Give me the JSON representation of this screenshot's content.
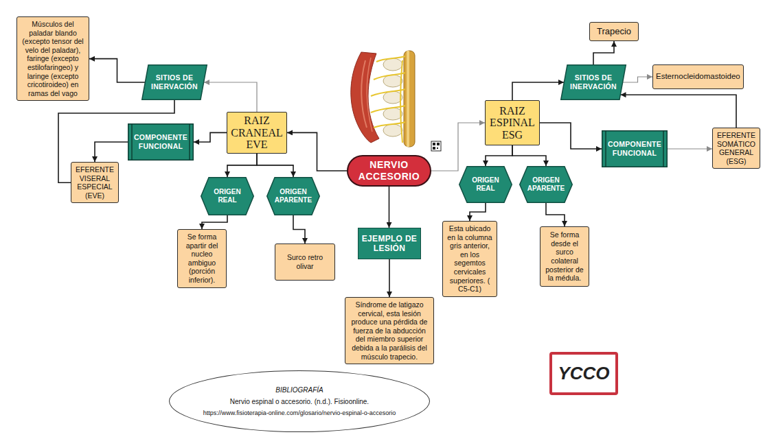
{
  "diagram": {
    "nodes": [
      {
        "text": [
          "Músculos del paladar blando (excepto tensor del velo del paladar), faringe (excepto estilofaringeo) y laringe (excepto cricotiroideo) en ramas del vago"
        ]
      },
      {
        "text": [
          "SITIOS DE INERVACIÓN"
        ]
      },
      {
        "text": [
          "RAIZ CRANEAL EVE"
        ]
      },
      {
        "text": [
          "COMPONENTE FUNCIONAL"
        ]
      },
      {
        "text": [
          "EFERENTE VISERAL ESPECIAL (EVE)"
        ]
      },
      {
        "text": [
          "ORIGEN REAL"
        ]
      },
      {
        "text": [
          "ORIGEN APARENTE"
        ]
      },
      {
        "text": [
          "Se forma apartir del nucleo ambiguo (porción inferior)."
        ]
      },
      {
        "text": [
          "Surco retro olivar"
        ]
      },
      {
        "text": [
          "NERVIO ACCESORIO"
        ]
      },
      {
        "text": [
          "EJEMPLO DE LESIÓN"
        ]
      },
      {
        "text": [
          "Síndrome de latigazo cervical, esta lesión produce una pérdida de fuerza de la abducción del miembro superior debida a la parálisis del músculo trapecio."
        ]
      },
      {
        "text": [
          "Trapecio"
        ]
      },
      {
        "text": [
          "SITIOS DE INERVACIÓN"
        ]
      },
      {
        "text": [
          "Esternocleidomastoideo"
        ]
      },
      {
        "text": [
          "RAIZ ESPINAL ESG"
        ]
      },
      {
        "text": [
          "COMPONENTE FUNCIONAL"
        ]
      },
      {
        "text": [
          "EFERENTE SOMÁTICO GENERAL (ESG)"
        ]
      },
      {
        "text": [
          "ORIGEN REAL"
        ]
      },
      {
        "text": [
          "ORIGEN APARENTE"
        ]
      },
      {
        "text": [
          "Esta ubicado en la columna gris anterior, en los segemtos cervicales superiores. ( C5-C1)"
        ]
      },
      {
        "text": [
          "Se forma desde el surco colateral posterior de la médula."
        ]
      },
      {
        "text": [
          "BIBLIOGRAFÍA",
          "Nervio espinal o accesorio. (n.d.). Fisioonline.",
          "https://www.fisioterapia-online.com/glosario/nervio-espinal-o-accesorio"
        ]
      },
      {
        "text": [
          "YCCO"
        ]
      }
    ],
    "edges": [
      {
        "from": 9,
        "to": 2,
        "arrow": "to"
      },
      {
        "from": 9,
        "to": 15,
        "arrow": "to"
      },
      {
        "from": 9,
        "to": 10,
        "arrow": "to"
      },
      {
        "from": 10,
        "to": 11,
        "arrow": "to"
      },
      {
        "from": 2,
        "to": 1,
        "arrow": "to"
      },
      {
        "from": 1,
        "to": 0,
        "arrow": "to"
      },
      {
        "from": 2,
        "to": 3,
        "arrow": "to"
      },
      {
        "from": 3,
        "to": 4,
        "arrow": "to"
      },
      {
        "from": 4,
        "to": 1,
        "arrow": "none"
      },
      {
        "from": 2,
        "to": 5,
        "arrow": "to"
      },
      {
        "from": 2,
        "to": 6,
        "arrow": "to"
      },
      {
        "from": 5,
        "to": 7,
        "arrow": "to"
      },
      {
        "from": 6,
        "to": 8,
        "arrow": "to"
      },
      {
        "from": 15,
        "to": 13,
        "arrow": "to"
      },
      {
        "from": 13,
        "to": 12,
        "arrow": "to"
      },
      {
        "from": 13,
        "to": 14,
        "arrow": "to"
      },
      {
        "from": 15,
        "to": 16,
        "arrow": "to"
      },
      {
        "from": 16,
        "to": 17,
        "arrow": "to"
      },
      {
        "from": 17,
        "to": 13,
        "arrow": "to"
      },
      {
        "from": 15,
        "to": 18,
        "arrow": "to"
      },
      {
        "from": 15,
        "to": 19,
        "arrow": "to"
      },
      {
        "from": 18,
        "to": 20,
        "arrow": "to"
      },
      {
        "from": 19,
        "to": 21,
        "arrow": "to"
      }
    ]
  }
}
